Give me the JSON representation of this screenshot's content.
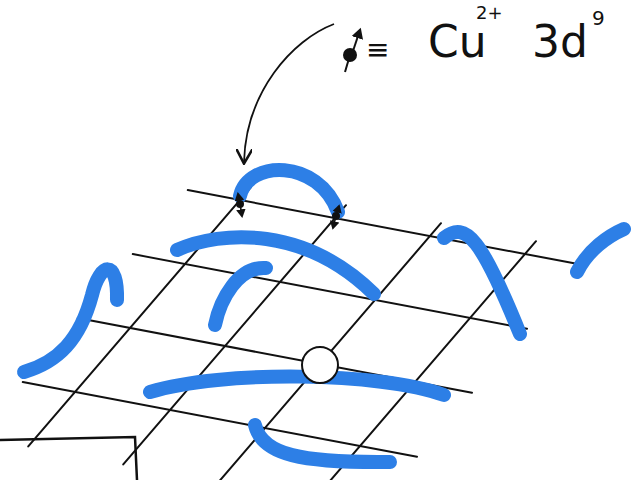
{
  "diagram": {
    "labels": [
      "≡",
      "Cu",
      "2+",
      "3d",
      "9"
    ]
  }
}
